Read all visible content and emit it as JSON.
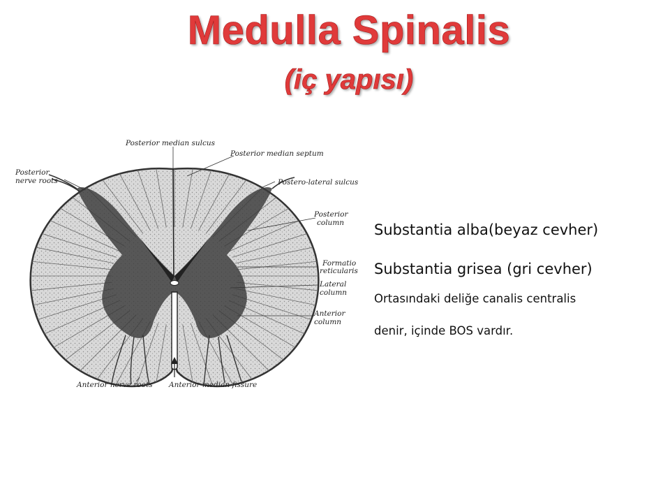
{
  "slide": {
    "title": "Medulla Spinalis",
    "subtitle": "(iç yapısı)",
    "title_color": "#e03a3a"
  },
  "figure": {
    "labels": {
      "posterior_median_sulcus": "Posterior median sulcus",
      "posterior_median_septum": "Posterior median septum",
      "posterior_nerve_roots_1": "Posterior",
      "posterior_nerve_roots_2": "nerve roots",
      "postero_lateral_sulcus": "Postero-lateral sulcus",
      "posterior_column_1": "Posterior",
      "posterior_column_2": "column",
      "formatio_reticularis_1": "Formatio",
      "formatio_reticularis_2": "reticularis",
      "lateral_column_1": "Lateral",
      "lateral_column_2": "column",
      "anterior_column_1": "Anterior",
      "anterior_column_2": "column",
      "anterior_nerve_roots": "Anterior nerve roots",
      "anterior_median_fissure": "Anterior median fissure"
    }
  },
  "text": {
    "alba": "Substantia alba(beyaz cevher)",
    "grisea": "Substantia grisea (gri cevher)",
    "canalis_line1": "Ortasındaki deliğe canalis centralis",
    "canalis_line2": "denir, içinde BOS vardır."
  }
}
